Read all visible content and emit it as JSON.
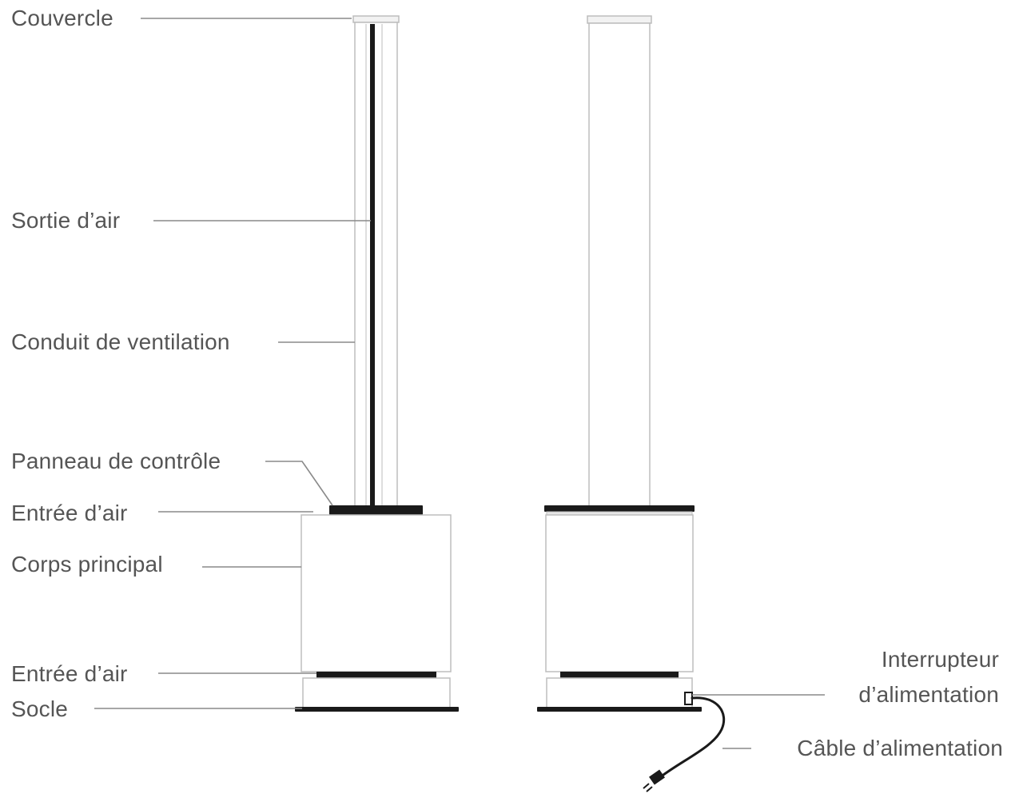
{
  "labels": {
    "cover": "Couvercle",
    "air_outlet": "Sortie d’air",
    "ventilation_duct": "Conduit de ventilation",
    "control_panel": "Panneau de contrôle",
    "air_inlet_top": "Entrée d’air",
    "main_body": "Corps principal",
    "air_inlet_bottom": "Entrée d’air",
    "base": "Socle",
    "power_switch_line1": "Interrupteur",
    "power_switch_line2": "d’alimentation",
    "power_cable": "Câble d’alimentation"
  },
  "colors": {
    "label_text": "#555555",
    "leader_line": "#8a8a8a",
    "outline": "#bdbdbd",
    "dark_parts": "#1a1a1a"
  }
}
